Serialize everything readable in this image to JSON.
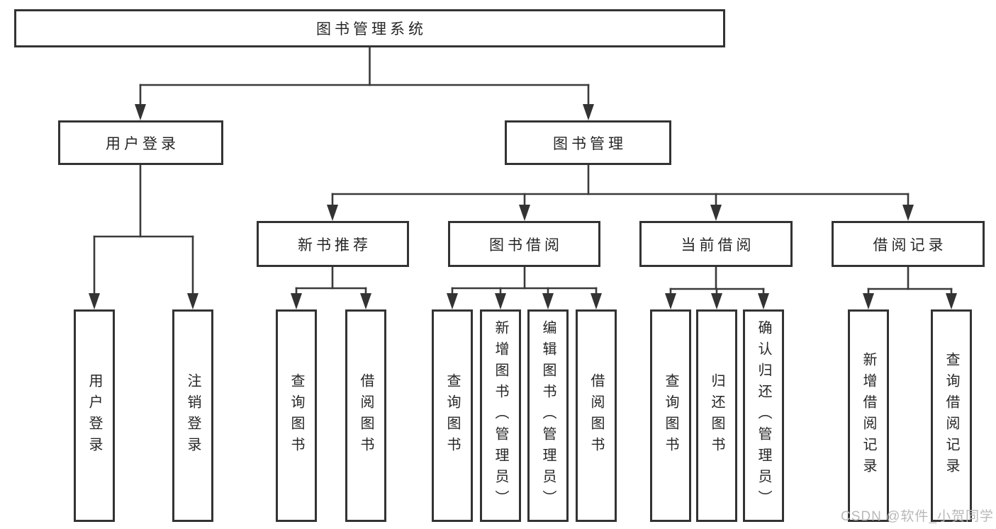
{
  "root": {
    "label": "图书管理系统"
  },
  "user_login": {
    "label": "用户登录",
    "children": {
      "login": {
        "label": "用户登录"
      },
      "logout": {
        "label": "注销登录"
      }
    }
  },
  "book_management": {
    "label": "图书管理",
    "sections": {
      "new_books": {
        "label": "新书推荐",
        "children": {
          "query_books": {
            "label": "查询图书"
          },
          "borrow_books": {
            "label": "借阅图书"
          }
        }
      },
      "book_borrowing": {
        "label": "图书借阅",
        "children": {
          "query_books": {
            "label": "查询图书"
          },
          "add_books": {
            "label": "新增图书（管理员）"
          },
          "edit_books": {
            "label": "编辑图书（管理员）"
          },
          "borrow_books": {
            "label": "借阅图书"
          }
        }
      },
      "current_borrowing": {
        "label": "当前借阅",
        "children": {
          "query_books": {
            "label": "查询图书"
          },
          "return_books": {
            "label": "归还图书"
          },
          "confirm_return": {
            "label": "确认归还（管理员）"
          }
        }
      },
      "borrowing_records": {
        "label": "借阅记录",
        "children": {
          "add_record": {
            "label": "新增借阅记录"
          },
          "query_record": {
            "label": "查询借阅记录"
          }
        }
      }
    }
  },
  "watermark": {
    "text": "CSDN @软件_小贺同学"
  },
  "colors": {
    "box_border": "#333333",
    "line": "#3a3a3a",
    "arrow_fill": "#333333",
    "text": "#262626",
    "watermark": "#b9b9b9",
    "background": "#ffffff"
  }
}
